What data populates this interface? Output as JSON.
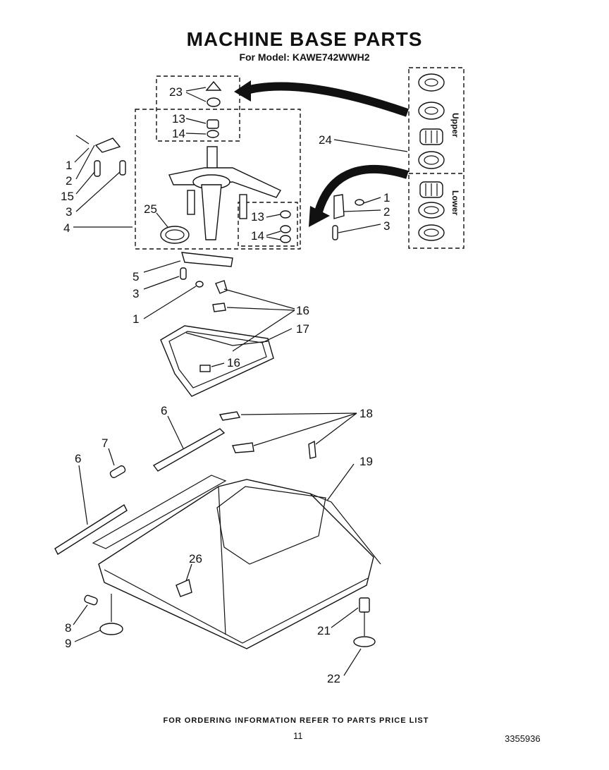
{
  "header": {
    "title": "MACHINE BASE PARTS",
    "subtitle": "For Model: KAWE742WWH2"
  },
  "side_box": {
    "upper": "Upper",
    "lower": "Lower"
  },
  "callouts": {
    "c1a": "1",
    "c2a": "2",
    "c15": "15",
    "c3a": "3",
    "c4": "4",
    "c25": "25",
    "c23": "23",
    "c13a": "13",
    "c14a": "14",
    "c24": "24",
    "c1b": "1",
    "c2b": "2",
    "c3b": "3",
    "c13b": "13",
    "c14b": "14",
    "c5": "5",
    "c3c": "3",
    "c1c": "1",
    "c16a": "16",
    "c17": "17",
    "c16b": "16",
    "c6a": "6",
    "c6b": "6",
    "c7": "7",
    "c18": "18",
    "c19": "19",
    "c26": "26",
    "c8": "8",
    "c9": "9",
    "c21": "21",
    "c22": "22"
  },
  "footer": {
    "note": "FOR ORDERING INFORMATION REFER TO PARTS PRICE LIST",
    "page": "11",
    "doc_number": "3355936"
  }
}
